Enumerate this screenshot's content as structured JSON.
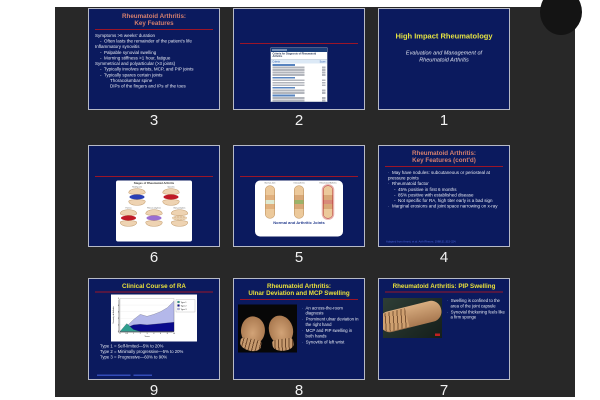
{
  "colors": {
    "page_bg": "#ffffff",
    "canvas_bg": "#282828",
    "slide_bg": "#0b1a5e",
    "slide_border": "#b7bac6",
    "title_salmon": "#d47f6e",
    "title_yellow": "#e9e03b",
    "rule_red": "#9b1528",
    "body_text": "#e6e9f2",
    "citation_blue": "#4a66d8"
  },
  "slides": [
    {
      "number": "3",
      "title_lines": [
        "Rheumatoid Arthritis:",
        "Key Features"
      ],
      "lines": [
        "Symptoms >6 weeks' duration",
        "Often lasts the remainder of the patient's life",
        "Inflammatory synovitis",
        "Palpable synovial swelling",
        "Morning stiffness >1 hour, fatigue",
        "Symmetrical and polyarticular (>3 joints)",
        "Typically involves wrists, MCP, and PIP joints",
        "Typically spares certain joints",
        "Thoracolumbar spine",
        "DIPs of the fingers and IPs of the toes"
      ]
    },
    {
      "number": "2",
      "table_caption": "Criteria for Diagnosis of Rheumatoid Arthritis",
      "col_left": "Criteria",
      "col_right": "Score"
    },
    {
      "number": "1",
      "title": "High Impact Rheumatology",
      "subtitle_lines": [
        "Evaluation and Management of",
        "Rheumatoid Arthritis"
      ]
    },
    {
      "number": "6",
      "image_title": "Stages of Rheumatoid Arthritis",
      "stage_labels": [
        "Healthy joint",
        "Synovitis",
        "Pannus",
        "Fibrous ankylosis",
        "Bony ankylosis"
      ]
    },
    {
      "number": "5",
      "joint_labels": [
        "Normal Joint",
        "Osteoarthritis",
        "Rheumatoid Arthritis"
      ],
      "caption": "Normal and Arthritic Joints"
    },
    {
      "number": "4",
      "title_lines": [
        "Rheumatoid Arthritis:",
        "Key Features (cont'd)"
      ],
      "lines": [
        "May have nodules: subcutaneous or periosteal at pressure points",
        "Rheumatoid factor",
        "45% positive in first 6 months",
        "85% positive with established disease",
        "Not specific for RA, high titer early is a bad sign",
        "Marginal erosions and joint space narrowing on x-ray"
      ],
      "citation": "Adapted from Arnett, et al. Arth Rheum. 1988;31:315-324."
    },
    {
      "number": "9",
      "title": "Clinical Course of RA",
      "type_lines": [
        "Type 1 = Self-limited—5% to 20%",
        "Type 2 = Minimally progressive—5% to 20%",
        "Type 3 = Progressive—60% to 90%"
      ]
    },
    {
      "number": "8",
      "title_lines": [
        "Rheumatoid Arthritis:",
        "Ulnar Deviation and MCP Swelling"
      ],
      "bullets": [
        "An across-the-room diagnosis",
        "Prominent ulnar deviation in the right hand",
        "MCP and PIP swelling in both hands",
        "Synovitis of left wrist"
      ]
    },
    {
      "number": "7",
      "title": "Rheumatoid Arthritis: PIP Swelling",
      "bullets": [
        "Swelling is confined to the area of the joint capsule",
        "Synovial thickening feels like a firm sponge"
      ]
    }
  ],
  "chart_data": {
    "type": "area",
    "title": "",
    "x": [
      0,
      0.5,
      1,
      2,
      3,
      4,
      6,
      8,
      10
    ],
    "xlabel": "Years",
    "ylabel": "Severity of Arthritis",
    "ylim": [
      0,
      5
    ],
    "grid": true,
    "legend_position": "right",
    "series": [
      {
        "name": "Type 1",
        "color": "#2f9e8e",
        "values": [
          0,
          1.2,
          0.3,
          0,
          0,
          0,
          0,
          0,
          0
        ]
      },
      {
        "name": "Type 2",
        "color": "#0a0a8c",
        "values": [
          0,
          0.6,
          1.0,
          1.1,
          1.0,
          1.1,
          1.2,
          1.3,
          1.4
        ]
      },
      {
        "name": "Type 3",
        "color": "#b4b8ea",
        "values": [
          0,
          0.8,
          1.8,
          2.6,
          2.3,
          2.6,
          3.0,
          3.6,
          4.6
        ]
      }
    ]
  }
}
